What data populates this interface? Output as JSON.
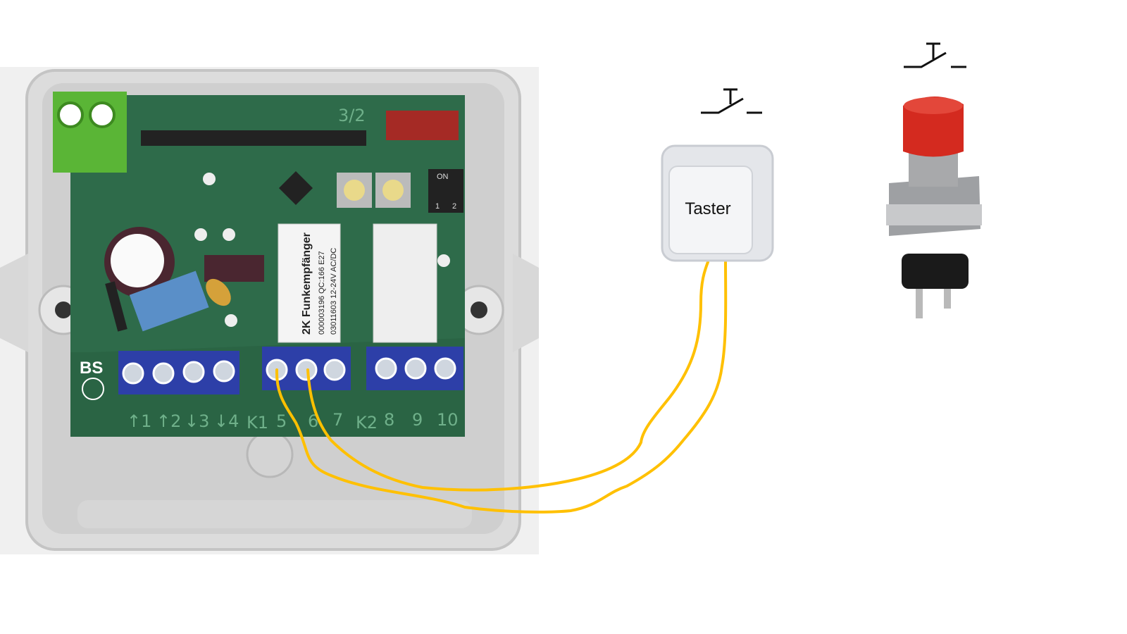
{
  "receiver": {
    "module_title": "2K Funkempfänger",
    "module_line2": "000003196  QC:166  E27",
    "module_line3": "03011603 12-24V AC/DC",
    "board_mark": "BS",
    "header_mark": "3/2",
    "dip_label": "ON",
    "dip_numbers": [
      "1",
      "2"
    ],
    "terminal_labels": [
      "↑1",
      "↑2",
      "↓3",
      "↓4",
      "K1",
      "5",
      "6",
      "7",
      "K2",
      "8",
      "9",
      "10"
    ]
  },
  "switch": {
    "label": "Taster"
  },
  "colors": {
    "wire": "#ffc000",
    "pcb": "#2e6b4a",
    "terminal": "#2d3fa8",
    "button_red": "#d42a1f"
  }
}
